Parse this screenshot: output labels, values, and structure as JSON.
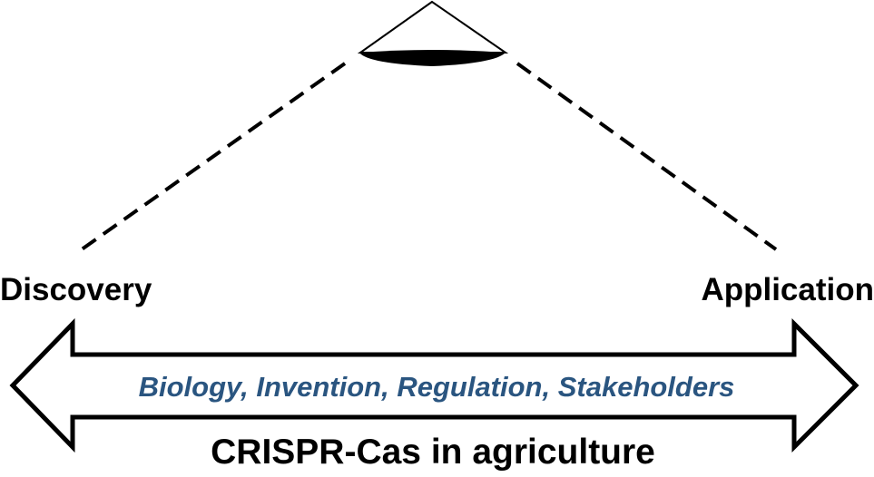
{
  "labels": {
    "left": "Discovery",
    "right": "Application",
    "arrow_text": "Biology, Invention, Regulation, Stakeholders",
    "caption": "CRISPR-Cas in agriculture"
  },
  "colors": {
    "ink": "#000000",
    "arrow_text": "#2a5580",
    "background": "#ffffff"
  },
  "icons": {
    "top": "spotlight-icon"
  }
}
